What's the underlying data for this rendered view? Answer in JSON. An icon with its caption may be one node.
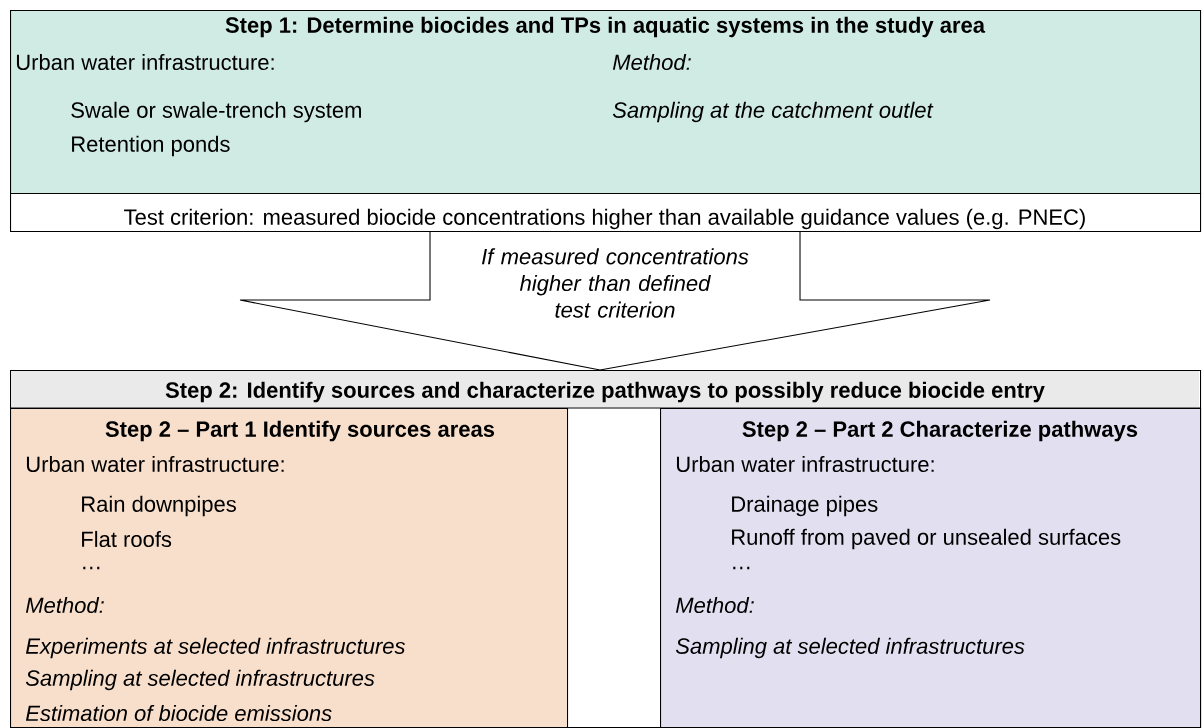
{
  "diagram": {
    "nodes": [
      {
        "text": [
          "Step 1: Determine biocides and TPs in aquatic systems in the study area",
          "Urban water infrastructure:",
          "Swale or swale-trench system",
          "Retention ponds",
          "Method:",
          "Sampling at the catchment outlet"
        ]
      },
      {
        "text": [
          "Test criterion: measured biocide concentrations higher than available guidance values (e.g. PNEC)"
        ]
      },
      {
        "text": [
          "Step 2: Identify sources and characterize pathways to possibly reduce biocide entry"
        ]
      },
      {
        "text": [
          "Step 2 – Part 1 Identify sources areas",
          "Urban water infrastructure:",
          "Rain downpipes",
          "Flat roofs",
          "…",
          "Method:",
          "Experiments at selected infrastructures",
          "Sampling at selected infrastructures",
          "Estimation of biocide emissions"
        ],
        "in": 2
      },
      {
        "text": [
          "Step 2 – Part 2 Characterize pathways",
          "Urban water infrastructure:",
          "Drainage pipes",
          "Runoff from paved or unsealed surfaces",
          "…",
          "Method:",
          "Sampling at selected infrastructures"
        ],
        "in": 2
      }
    ],
    "edges": [
      {
        "from": 1,
        "to": 2,
        "arrow": "to",
        "label": "If measured concentrations higher than defined test criterion"
      }
    ]
  }
}
